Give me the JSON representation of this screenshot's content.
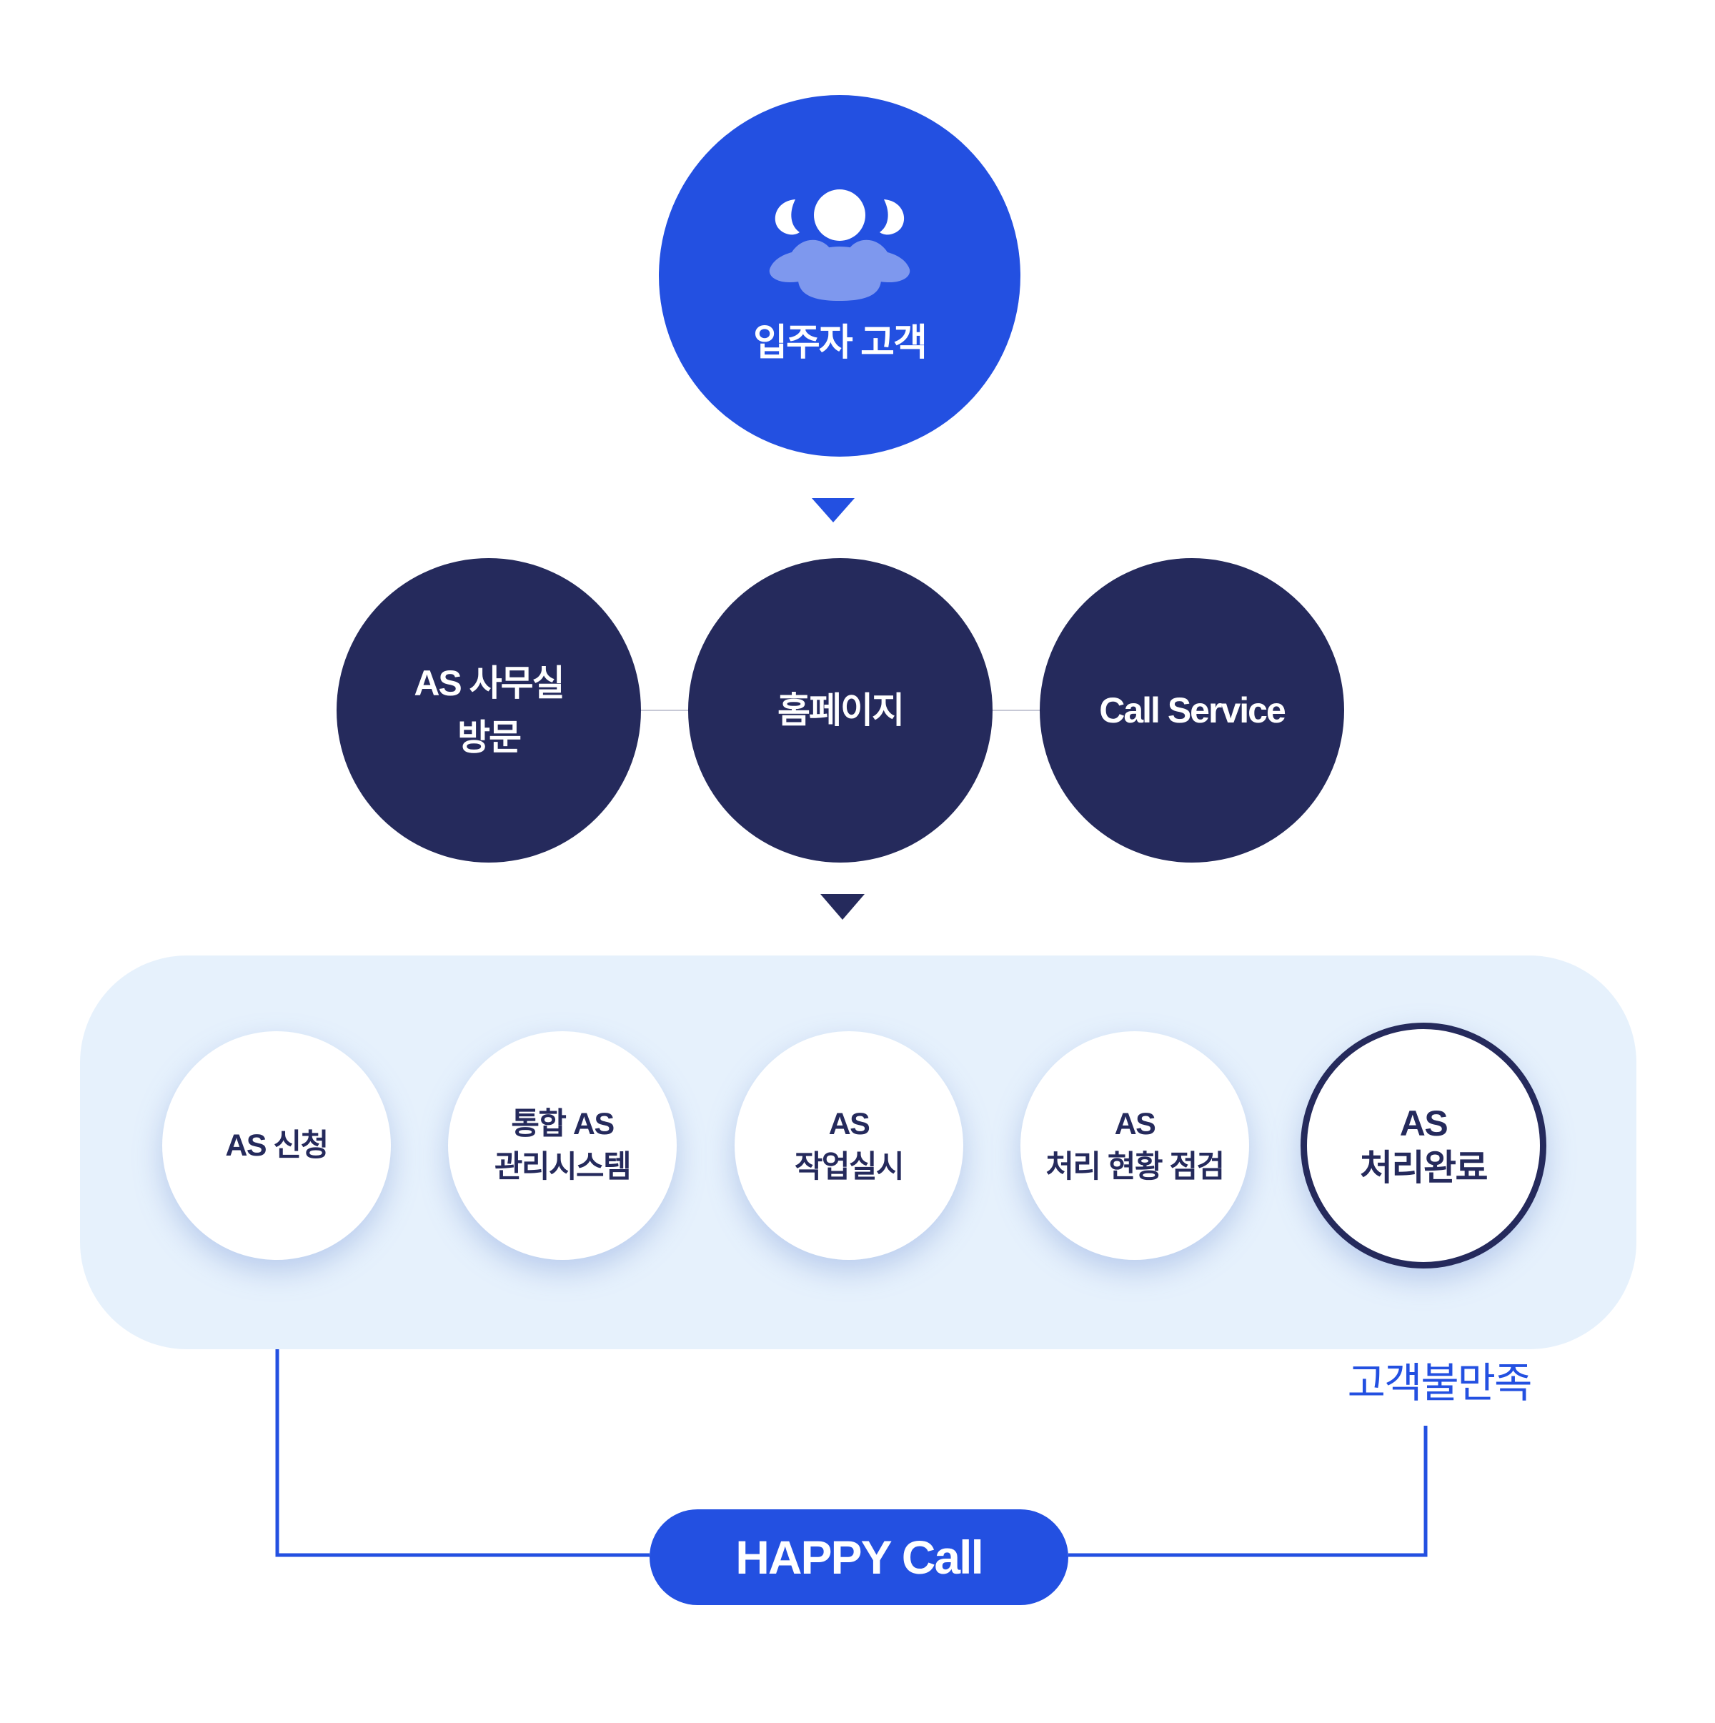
{
  "customer": {
    "label": "입주자 고객",
    "icon": "users-group-icon"
  },
  "channels": {
    "visit": [
      "AS 사무실",
      "방문"
    ],
    "homepage": "홈페이지",
    "call": "Call Service"
  },
  "process": {
    "steps": [
      {
        "lines": [
          "AS 신청"
        ]
      },
      {
        "lines": [
          "통합 AS",
          "관리시스템"
        ]
      },
      {
        "lines": [
          "AS",
          "작업실시"
        ]
      },
      {
        "lines": [
          "AS",
          "처리 현황 점검"
        ]
      },
      {
        "lines": [
          "AS",
          "처리완료"
        ]
      }
    ]
  },
  "feedback": {
    "dissatisfaction": "고객불만족",
    "happy_call": "HAPPY Call"
  },
  "colors": {
    "primary_blue": "#2350E1",
    "navy": "#252A5C",
    "panel_bg": "#E6F1FC",
    "step_arrow": "#A9C4EA"
  }
}
